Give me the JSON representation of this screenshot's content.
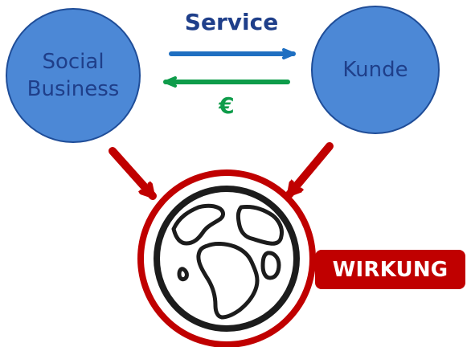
{
  "nodes": {
    "social_business": "Social\nBusiness",
    "kunde": "Kunde"
  },
  "labels": {
    "service": "Service",
    "euro": "€",
    "wirkung": "WIRKUNG"
  },
  "icons": {
    "world": "globe-icon"
  },
  "colors": {
    "node_fill": "#4c88d6",
    "node_border": "#1f4d98",
    "node_text": "#1f3f8a",
    "service_arrow": "#1f6fc1",
    "euro_arrow": "#0e9c4a",
    "impact_arrow": "#c00000",
    "globe_ring": "#c00000",
    "globe_line": "#1c1c1c",
    "badge": "#c00000"
  }
}
